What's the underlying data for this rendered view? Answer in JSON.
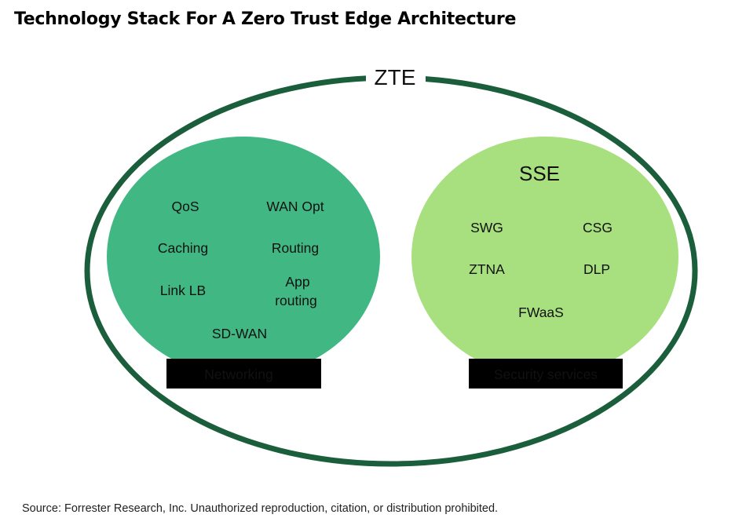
{
  "title": "Technology Stack For A Zero Trust Edge Architecture",
  "outer": {
    "label": "ZTE"
  },
  "networking": {
    "items": [
      "QoS",
      "WAN Opt",
      "Caching",
      "Routing",
      "Link LB",
      "App",
      "routing",
      "SD-WAN"
    ],
    "base_label": "Networking"
  },
  "security": {
    "heading": "SSE",
    "items": [
      "SWG",
      "CSG",
      "ZTNA",
      "DLP",
      "FWaaS"
    ],
    "base_label": "Security services"
  },
  "source": "Source: Forrester Research, Inc. Unauthorized reproduction, citation, or distribution prohibited.",
  "colors": {
    "outer_ring": "#1b5e3b",
    "networking_fill": "#41b883",
    "security_fill": "#a8e07f",
    "label_bar": "#000000"
  }
}
